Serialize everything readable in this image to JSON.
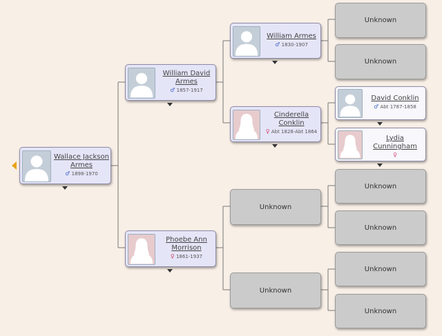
{
  "people": {
    "wallace": {
      "name": "Wallace Jackson Armes",
      "sex_symbol": "♂",
      "dates": "1898-1970"
    },
    "william_david": {
      "name": "William David Armes",
      "sex_symbol": "♂",
      "dates": "1857-1917"
    },
    "phoebe": {
      "name": "Phoebe Ann Morrison",
      "sex_symbol": "♀",
      "dates": "1861-1937"
    },
    "william": {
      "name": "William Armes",
      "sex_symbol": "♂",
      "dates": "1830-1907"
    },
    "cinderella": {
      "name": "Cinderella Conklin",
      "sex_symbol": "♀",
      "dates": "Abt 1828-Abt 1864"
    },
    "david": {
      "name": "David Conklin",
      "sex_symbol": "♂",
      "dates": "Abt 1787-1858"
    },
    "lydia": {
      "name": "Lydia Cunningham",
      "sex_symbol": "♀",
      "dates": ""
    }
  },
  "unknown_label": "Unknown",
  "colors": {
    "background": "#f8efe6",
    "card": "#e5e5f8",
    "unknown_card": "#cbcbcb",
    "male": "#3b5fc4",
    "female": "#d2466a",
    "back_arrow": "#e8a317"
  }
}
